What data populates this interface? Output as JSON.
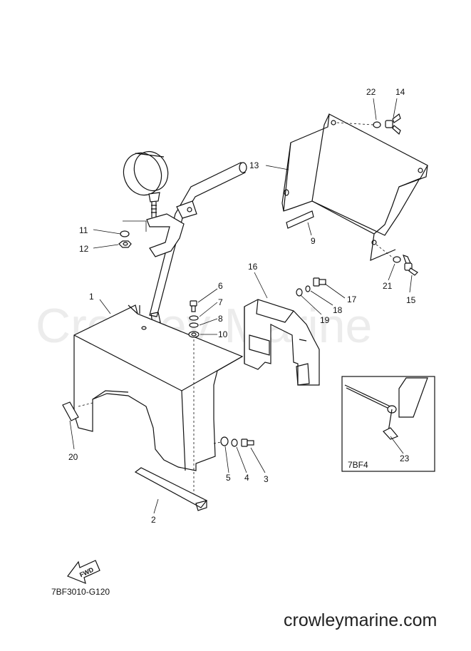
{
  "watermark": "Crowley Marine",
  "footer_url": "crowleymarine.com",
  "diagram_code": "7BF3010-G120",
  "inset_code": "7BF4",
  "fwd_label": "FWD",
  "parts": {
    "p1": "1",
    "p2": "2",
    "p3": "3",
    "p4": "4",
    "p5": "5",
    "p6": "6",
    "p7": "7",
    "p8": "8",
    "p9": "9",
    "p10": "10",
    "p11": "11",
    "p12": "12",
    "p13": "13",
    "p14": "14",
    "p15": "15",
    "p16": "16",
    "p17": "17",
    "p18": "18",
    "p19": "19",
    "p20": "20",
    "p21": "21",
    "p22": "22",
    "p23": "23"
  }
}
